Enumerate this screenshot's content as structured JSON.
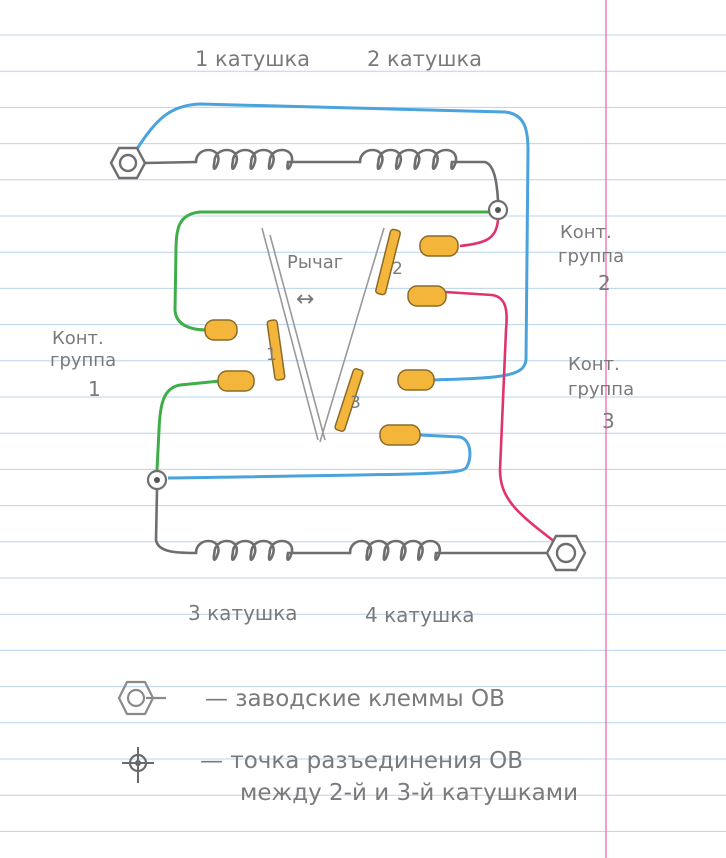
{
  "title_coils_top": {
    "coil1": "1 катушка",
    "coil2": "2 катушка"
  },
  "title_coils_bottom": {
    "coil3": "3 катушка",
    "coil4": "4 катушка"
  },
  "lever": {
    "label": "Рычаг",
    "arrow": "↔"
  },
  "contact_groups": [
    {
      "line1": "Конт.",
      "line2": "группа",
      "number": "1"
    },
    {
      "line1": "Конт.",
      "line2": "группа",
      "number": "2"
    },
    {
      "line1": "Конт.",
      "line2": "группа",
      "number": "3"
    }
  ],
  "moving_contacts": [
    "1",
    "2",
    "3"
  ],
  "legend": [
    {
      "icon": "terminal-nut-icon",
      "text": "— заводские клеммы ОВ"
    },
    {
      "icon": "split-point-icon",
      "text": "— точка разъединения ОВ",
      "text2": "между 2-й и 3-й катушками"
    }
  ],
  "colors": {
    "blue_wire": "#4aa3dd",
    "green_wire": "#3fae49",
    "red_wire": "#e0356b",
    "contact": "#f4b63a",
    "pencil": "#6e6e6e",
    "ruling": "#b9d3ee",
    "margin": "#f06aa8"
  }
}
